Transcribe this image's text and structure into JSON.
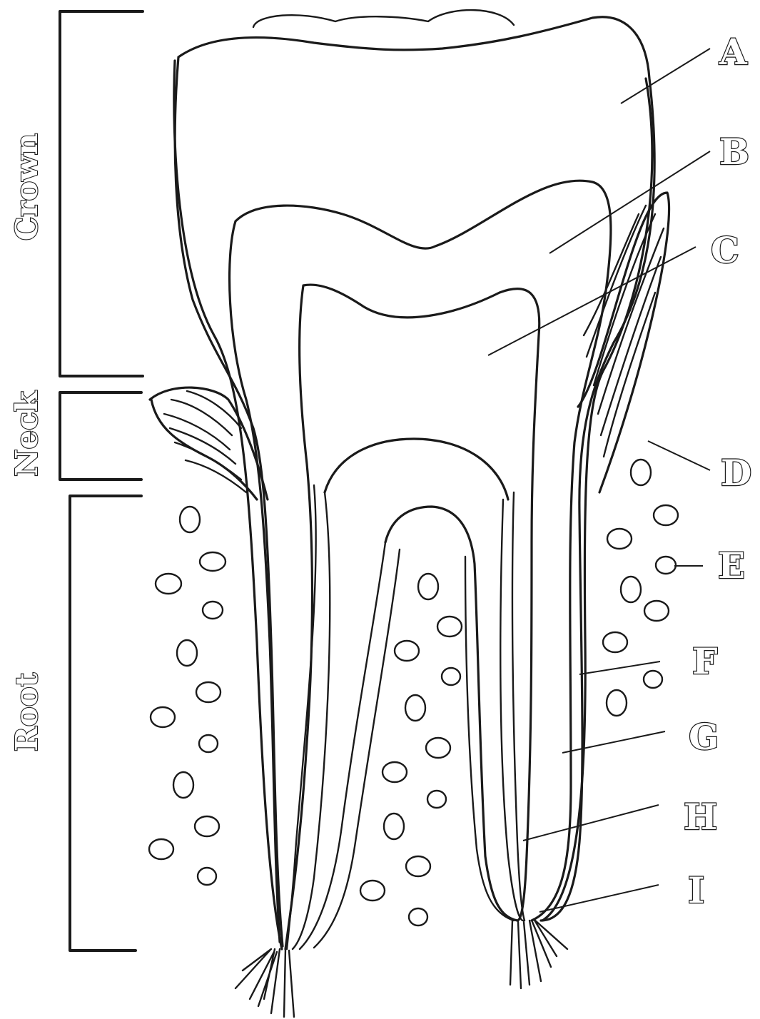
{
  "regions": {
    "crown": "Crown",
    "neck": "Neck",
    "root": "Root"
  },
  "labels": {
    "a": "A",
    "b": "B",
    "c": "C",
    "d": "D",
    "e": "E",
    "f": "F",
    "g": "G",
    "h": "H",
    "i": "I"
  }
}
